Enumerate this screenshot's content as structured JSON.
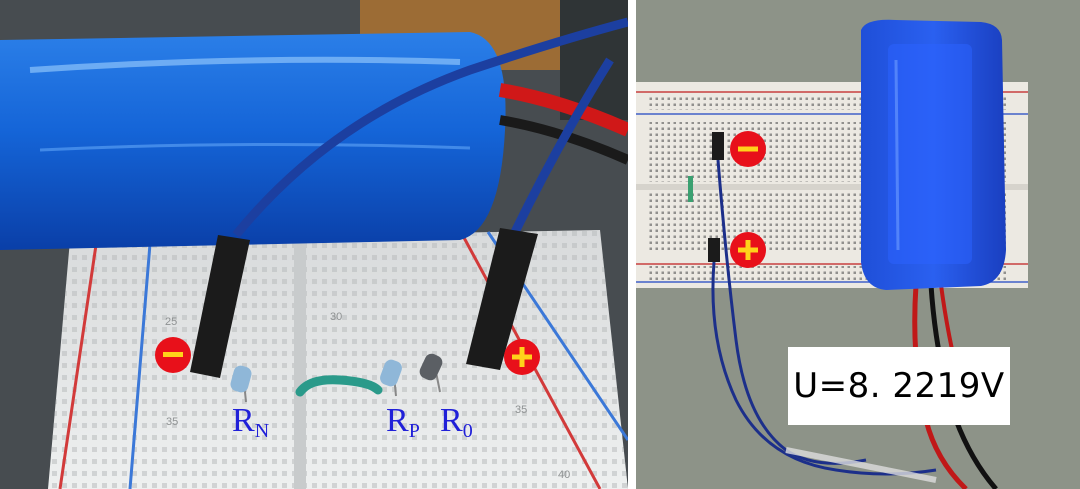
{
  "panels": {
    "left": {
      "labels": {
        "rn_main": "R",
        "rn_sub": "N",
        "rp_main": "R",
        "rp_sub": "P",
        "r0_main": "R",
        "r0_sub": "0"
      },
      "markers": {
        "minus": "−",
        "plus": "+"
      },
      "ruler_numbers": [
        "25",
        "30",
        "35",
        "35",
        "40"
      ]
    },
    "right": {
      "voltage_text": "U=8. 2219V",
      "markers": {
        "minus": "−",
        "plus": "+"
      }
    }
  },
  "colors": {
    "battery_blue": "#1565d8",
    "marker_red": "#e8101a",
    "marker_sign": "#ffd21a",
    "label_blue": "#2020d8",
    "wire_blue": "#1c3fa0"
  }
}
